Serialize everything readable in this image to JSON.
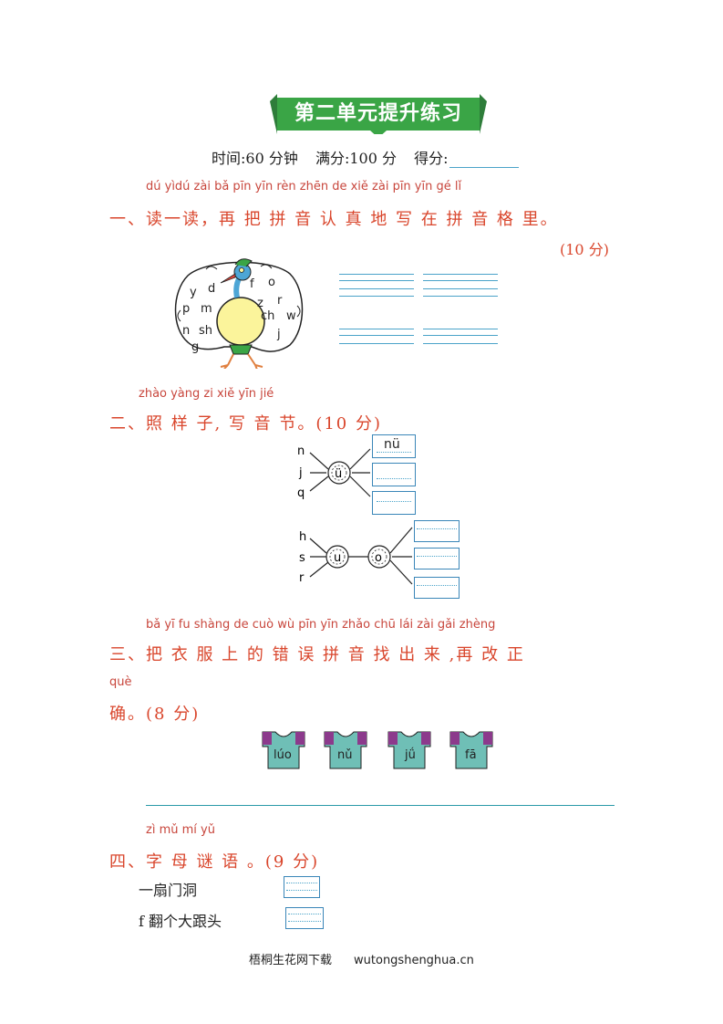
{
  "header": {
    "title": "第二单元提升练习",
    "time_label": "时间:60 分钟",
    "full_label": "满分:100 分",
    "score_label": "得分:",
    "banner_color": "#3aa546",
    "accent_color": "#d9462c"
  },
  "q1": {
    "pinyin": "dú yìdú   zài bǎ pīn yīn rèn zhēn de xiě zài pīn yīn gé lǐ",
    "title": "一、读一读，再 把 拼 音  认  真 地 写 在  拼 音 格 里。",
    "points": "(10 分)",
    "letters": [
      "y",
      "d",
      "f",
      "o",
      "p",
      "m",
      "z",
      "r",
      "ch",
      "w",
      "n",
      "sh",
      "j",
      "g"
    ]
  },
  "q2": {
    "pinyin": "zhào yàng zi   xiě yīn jié",
    "title": "二、照  样  子, 写 音  节。(10 分)",
    "group1": {
      "initials": [
        "n",
        "j",
        "q"
      ],
      "center": "ü",
      "example": "nü"
    },
    "group2": {
      "initials": [
        "h",
        "s",
        "r"
      ],
      "center1": "u",
      "center2": "o"
    }
  },
  "q3": {
    "pinyin1": "bǎ  yī fu   shàng de cuò wù pīn yīn zhǎo chū lái    zài gǎi zhèng",
    "title1": "三、把 衣 服  上    的 错 误 拼 音  找  出  来 ,再  改  正",
    "pinyin2": "què",
    "title2": "确。(8 分)",
    "shirts": [
      "lúo",
      "nǔ",
      "jǘ",
      "fā"
    ],
    "shirt_color": "#6fbfb6",
    "collar_color": "#8c3a8c"
  },
  "q4": {
    "pinyin": "zì mǔ   mí yǔ",
    "title": "四、字 母 谜 语 。(9 分)",
    "riddles": [
      "一扇门洞",
      "f 翻个大跟头"
    ]
  },
  "footer": {
    "text": "梧桐生花网下载",
    "url": "wutongshenghua.cn"
  }
}
